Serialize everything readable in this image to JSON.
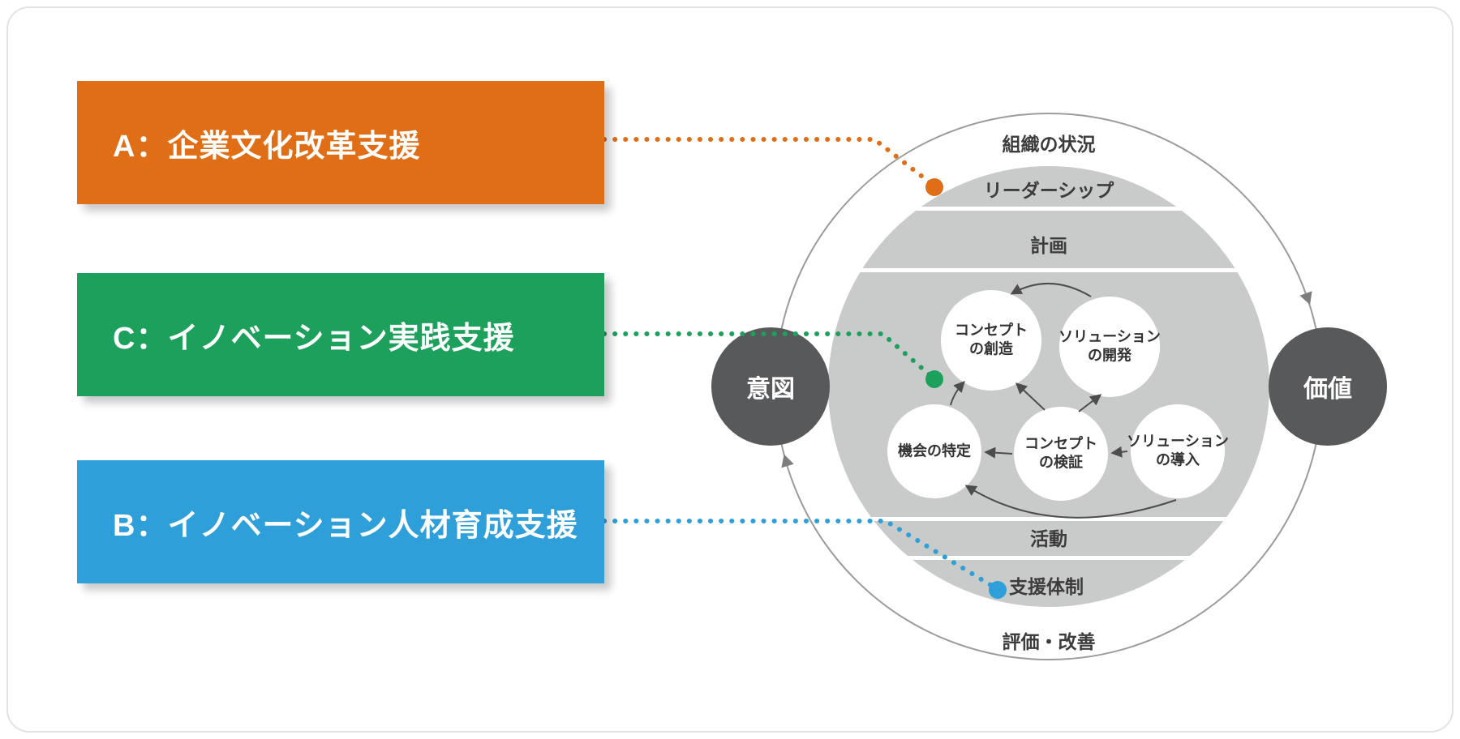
{
  "boxes": [
    {
      "id": "A",
      "label": "A：企業文化改革支援",
      "color": "#E06E16"
    },
    {
      "id": "C",
      "label": "C：イノベーション実践支援",
      "color": "#1CA05B"
    },
    {
      "id": "B",
      "label": "B：イノベーション人材育成支援",
      "color": "#2E9FD9"
    }
  ],
  "diagram": {
    "top_label": "組織の状況",
    "bottom_label": "評価・改善",
    "bands": [
      {
        "label": "リーダーシップ"
      },
      {
        "label": "計画"
      },
      {
        "label": "活動"
      },
      {
        "label": "支援体制"
      }
    ],
    "left_circle": "意図",
    "right_circle": "価値",
    "process": [
      {
        "line1": "コンセプト",
        "line2": "の創造"
      },
      {
        "line1": "ソリューション",
        "line2": "の開発"
      },
      {
        "line1": "機会の特定",
        "line2": ""
      },
      {
        "line1": "コンセプト",
        "line2": "の検証"
      },
      {
        "line1": "ソリューション",
        "line2": "の導入"
      }
    ],
    "colors": {
      "box_a_orange": "#E06E16",
      "box_c_green": "#1CA05B",
      "box_b_blue": "#2E9FD9",
      "dark_node_gray": "#58595B",
      "inner_circle_gray": "#C9CACA",
      "arrow_gray": "#4D4D4D"
    }
  }
}
